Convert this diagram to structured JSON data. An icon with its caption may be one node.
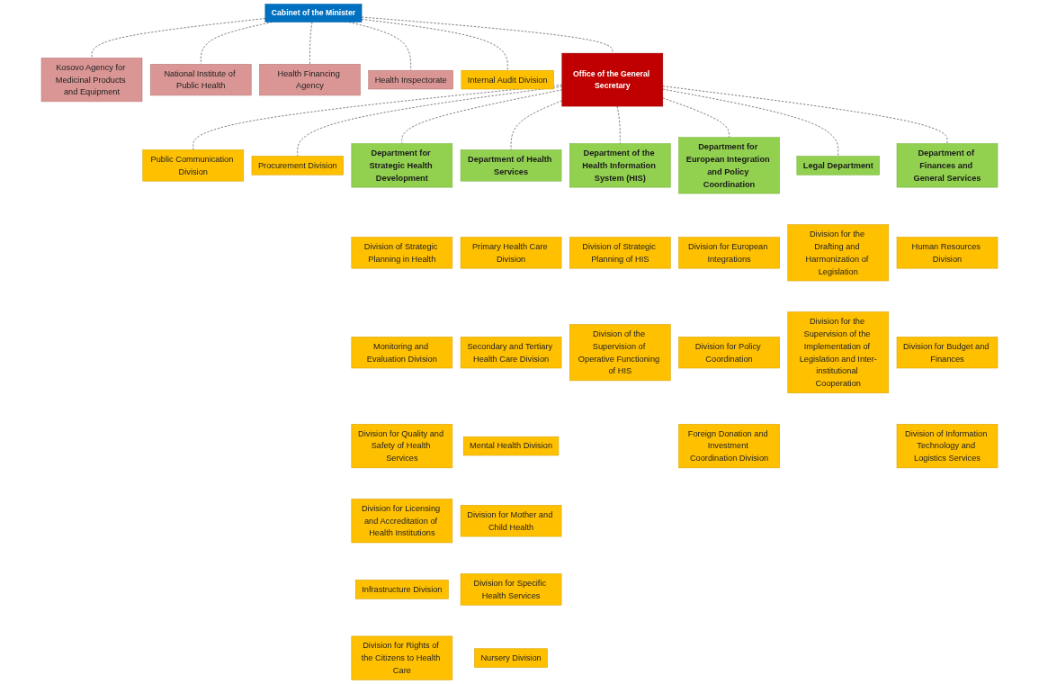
{
  "diagram": {
    "nodes": [
      {
        "text": [
          "Cabinet of the Minister"
        ]
      },
      {
        "text": [
          "Kosovo Agency for Medicinal Products and Equipment"
        ]
      },
      {
        "text": [
          "National Institute of Public Health"
        ]
      },
      {
        "text": [
          "Health Financing Agency"
        ]
      },
      {
        "text": [
          "Health Inspectorate"
        ]
      },
      {
        "text": [
          "Internal Audit Division"
        ]
      },
      {
        "text": [
          "Public Communication Division"
        ]
      },
      {
        "text": [
          "Office of the General Secretary"
        ]
      },
      {
        "text": [
          "Procurement Division"
        ]
      },
      {
        "text": [
          "Department for Strategic Health Development"
        ]
      },
      {
        "text": [
          "Division of Strategic Planning in Health"
        ]
      },
      {
        "text": [
          "Monitoring and Evaluation Division"
        ]
      },
      {
        "text": [
          "Division for Quality and Safety of Health Services"
        ]
      },
      {
        "text": [
          "Division for Licensing and Accreditation of Health Institutions"
        ]
      },
      {
        "text": [
          "Infrastructure Division"
        ]
      },
      {
        "text": [
          "Division for Rights of the Citizens to Health Care"
        ]
      },
      {
        "text": [
          "Department of Health Services"
        ]
      },
      {
        "text": [
          "Primary Health Care Division"
        ]
      },
      {
        "text": [
          "Secondary and Tertiary Health Care Division"
        ]
      },
      {
        "text": [
          "Mental Health Division"
        ]
      },
      {
        "text": [
          "Division for Mother and Child Health"
        ]
      },
      {
        "text": [
          "Division for Specific Health Services"
        ]
      },
      {
        "text": [
          "Nursery Division"
        ]
      },
      {
        "text": [
          "Department of the Health Information System (HIS)"
        ]
      },
      {
        "text": [
          "Division of Strategic Planning of HIS"
        ]
      },
      {
        "text": [
          "Division of the Supervision of Operative Functioning of HIS"
        ]
      },
      {
        "text": [
          "Department for European Integration and Policy Coordination"
        ]
      },
      {
        "text": [
          "Division for European Integrations"
        ]
      },
      {
        "text": [
          "Division for Policy Coordination"
        ]
      },
      {
        "text": [
          "Foreign Donation and Investment Coordination Division"
        ]
      },
      {
        "text": [
          "Legal Department"
        ]
      },
      {
        "text": [
          "Division for the Drafting and Harmonization of Legislation"
        ]
      },
      {
        "text": [
          "Division for the Supervision of the Implementation of Legislation and Inter-institutional Cooperation"
        ]
      },
      {
        "text": [
          "Department of Finances and General Services"
        ]
      },
      {
        "text": [
          "Human Resources Division"
        ]
      },
      {
        "text": [
          "Division for Budget and Finances"
        ]
      },
      {
        "text": [
          "Division of Information Technology and Logistics Services"
        ]
      }
    ],
    "edges": [
      {
        "from": 0,
        "to": 1,
        "arrow": "none",
        "style": "dashed"
      },
      {
        "from": 0,
        "to": 2,
        "arrow": "none",
        "style": "dashed"
      },
      {
        "from": 0,
        "to": 3,
        "arrow": "none",
        "style": "dashed"
      },
      {
        "from": 0,
        "to": 4,
        "arrow": "none",
        "style": "dashed"
      },
      {
        "from": 0,
        "to": 5,
        "arrow": "none",
        "style": "dashed"
      },
      {
        "from": 0,
        "to": 7,
        "arrow": "none",
        "style": "dashed"
      },
      {
        "from": 7,
        "to": 6,
        "arrow": "none",
        "style": "dashed"
      },
      {
        "from": 7,
        "to": 8,
        "arrow": "none",
        "style": "dashed"
      },
      {
        "from": 7,
        "to": 9,
        "arrow": "none",
        "style": "dashed"
      },
      {
        "from": 7,
        "to": 16,
        "arrow": "none",
        "style": "dashed"
      },
      {
        "from": 7,
        "to": 23,
        "arrow": "none",
        "style": "dashed"
      },
      {
        "from": 7,
        "to": 26,
        "arrow": "none",
        "style": "dashed"
      },
      {
        "from": 7,
        "to": 30,
        "arrow": "none",
        "style": "dashed"
      },
      {
        "from": 7,
        "to": 33,
        "arrow": "none",
        "style": "dashed"
      }
    ]
  }
}
